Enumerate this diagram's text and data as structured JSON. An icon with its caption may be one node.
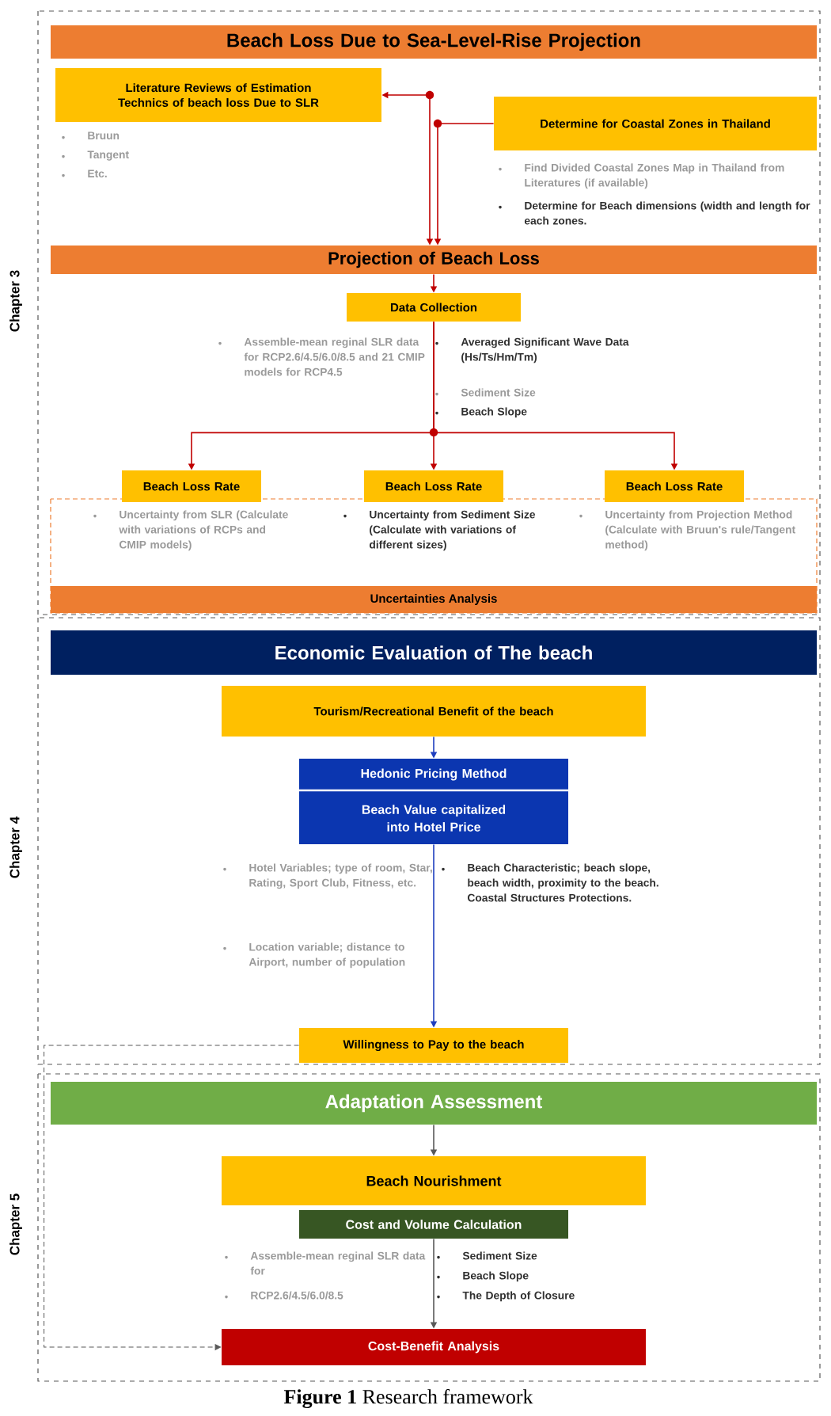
{
  "diagram": {
    "caption": "**Figure 1** Research framework",
    "nodes": [
      {
        "text": [
          "Chapter 3"
        ]
      },
      {
        "text": [
          "Beach Loss Due to Sea-Level-Rise Projection"
        ],
        "in": 0
      },
      {
        "text": [
          "Literature Reviews of Estimation Technics of beach loss Due to SLR"
        ],
        "in": 0,
        "beside": [
          "Bruun",
          "Tangent",
          "Etc."
        ]
      },
      {
        "text": [
          "Determine for Coastal Zones in Thailand"
        ],
        "in": 0,
        "beside": [
          "Find Divided Coastal Zones Map in Thailand from Literatures (if available)",
          "Determine for Beach dimensions (width and length for each zones."
        ]
      },
      {
        "text": [
          "Projection of Beach Loss"
        ],
        "in": 0
      },
      {
        "text": [
          "Data Collection"
        ],
        "in": 0,
        "beside": [
          "Assemble-mean reginal SLR data for RCP2.6/4.5/6.0/8.5 and 21 CMIP models for RCP4.5",
          "Averaged Significant Wave Data (Hs/Ts/Hm/Tm)",
          "Sediment Size",
          "Beach Slope"
        ]
      },
      {
        "text": [
          "Uncertainties Analysis"
        ],
        "in": 0
      },
      {
        "text": [
          "Beach Loss Rate"
        ],
        "in": 0
      },
      {
        "text": [
          "Beach Loss Rate"
        ],
        "in": 0
      },
      {
        "text": [
          "Beach Loss Rate"
        ],
        "in": 0
      },
      {
        "text": [
          "Chapter 4"
        ]
      },
      {
        "text": [
          "Economic Evaluation of The beach"
        ],
        "in": 10
      },
      {
        "text": [
          "Tourism/Recreational Benefit of the beach"
        ],
        "in": 10
      },
      {
        "text": [
          "Hedonic Pricing Method",
          "Beach Value capitalized into Hotel Price"
        ],
        "in": 10,
        "beside": [
          "Hotel Variables; type of room, Star, Rating, Sport Club, Fitness, etc.",
          "Beach Characteristic; beach slope, beach width, proximity to the beach. Coastal Structures Protections."
        ]
      },
      {
        "text": [
          "Willingness to Pay to the beach"
        ],
        "in": 10
      },
      {
        "text": [
          "Chapter 5"
        ]
      },
      {
        "text": [
          "Adaptation Assessment"
        ],
        "in": 15
      },
      {
        "text": [
          "Beach Nourishment"
        ],
        "in": 15
      },
      {
        "text": [
          "Cost and Volume Calculation"
        ],
        "in": 15,
        "beside": [
          "Assemble-mean reginal SLR data for",
          "RCP2.6/4.5/6.0/8.5",
          "Sediment Size",
          "Beach Slope",
          "The Depth of Closure"
        ]
      },
      {
        "text": [
          "Cost-Benefit Analysis"
        ],
        "in": 15
      }
    ],
    "edges": [
      {
        "from": 2,
        "to": 4,
        "arrow": "both"
      },
      {
        "from": 3,
        "to": 4,
        "arrow": "to"
      },
      {
        "from": 4,
        "to": 5,
        "arrow": "to"
      },
      {
        "from": 5,
        "to": 7,
        "arrow": "to"
      },
      {
        "from": 5,
        "to": 8,
        "arrow": "to"
      },
      {
        "from": 5,
        "to": 9,
        "arrow": "to"
      },
      {
        "from": 12,
        "to": 13,
        "arrow": "to",
        "color": "#1f3fbf"
      },
      {
        "from": 13,
        "to": 14,
        "arrow": "to",
        "color": "#1f3fbf"
      },
      {
        "from": 14,
        "to": 19,
        "arrow": "to",
        "style": "dashed",
        "color": "#595959"
      },
      {
        "from": 16,
        "to": 17,
        "arrow": "to",
        "color": "#595959"
      },
      {
        "from": 18,
        "to": 19,
        "arrow": "to",
        "color": "#595959"
      }
    ],
    "labels": [
      "Uncertainty from SLR (Calculate with variations of RCPs and CMIP models)",
      "Uncertainty from Sediment Size (Calculate with variations of different sizes)",
      "Uncertainty from Projection Method (Calculate with Bruun's rule/Tangent method)",
      "Location variable; distance to Airport, number of population"
    ]
  }
}
